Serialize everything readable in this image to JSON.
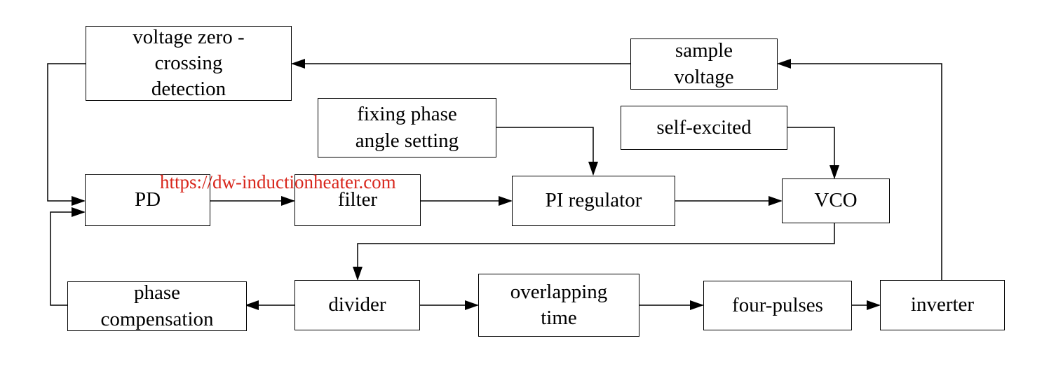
{
  "blocks": {
    "voltage_zero_crossing": [
      "voltage zero -",
      "crossing",
      "detection"
    ],
    "sample_voltage": [
      "sample",
      "voltage"
    ],
    "fixing_phase": [
      "fixing phase",
      "angle setting"
    ],
    "self_excited": [
      "self-excited"
    ],
    "pd": [
      "PD"
    ],
    "filter": [
      "filter"
    ],
    "pi_regulator": [
      "PI regulator"
    ],
    "vco": [
      "VCO"
    ],
    "phase_compensation": [
      "phase",
      "compensation"
    ],
    "divider": [
      "divider"
    ],
    "overlapping_time": [
      "overlapping",
      "time"
    ],
    "four_pulses": [
      "four-pulses"
    ],
    "inverter": [
      "inverter"
    ]
  },
  "watermark": "https://dw-inductionheater.com",
  "colors": {
    "line": "#000000",
    "watermark": "#d8261c"
  }
}
